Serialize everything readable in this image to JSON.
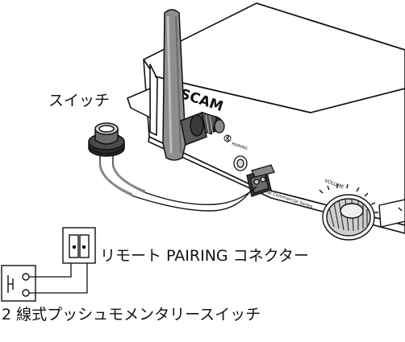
{
  "labels": {
    "switch": "スイッチ",
    "remote_connector": "リモート PAIRING コネクター",
    "momentary_switch": "2 線式プッシュモメンタリースイッチ"
  },
  "device": {
    "brand": "TASCAM",
    "pairing": "PAIRING",
    "volume": "VOLUME",
    "series_text": "ial Commercial Series"
  },
  "icons": {
    "antenna": "antenna-icon",
    "push_button": "push-button-icon",
    "pairing_button": "pairing-button-icon",
    "terminal_block": "terminal-block-icon",
    "volume_knob": "volume-knob-icon",
    "bluetooth": "bluetooth-icon"
  },
  "colors": {
    "line": "#111111",
    "fill": "#ffffff",
    "dark_fill": "#2a2a2a",
    "gray_fill": "#9a9a9a"
  }
}
